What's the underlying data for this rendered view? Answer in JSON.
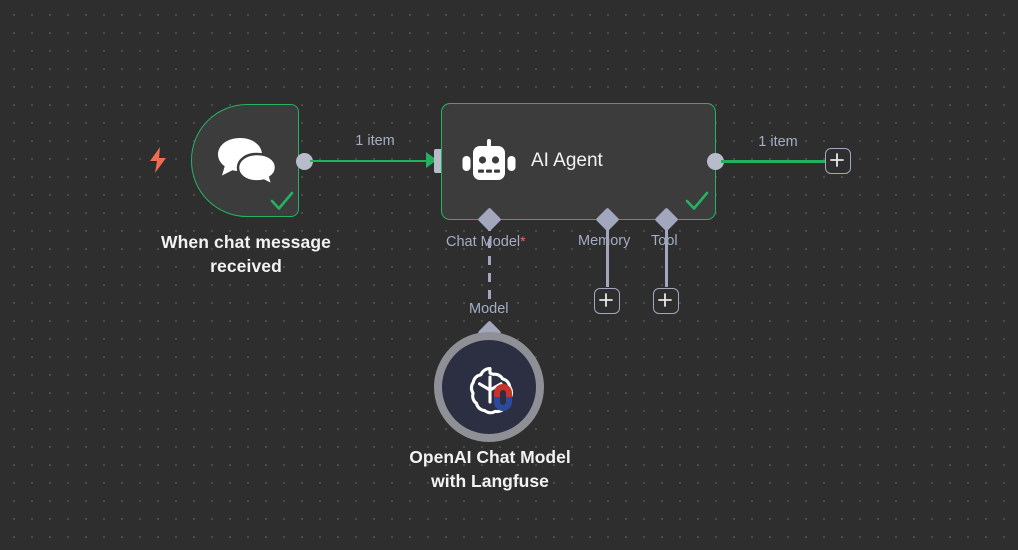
{
  "canvas": {
    "background_color": "#2d2e2d",
    "dot_color": "#4a4b4a"
  },
  "colors": {
    "node_fill": "#3b3c3b",
    "success_green": "#25b265",
    "connector_grey": "#a3a7bd",
    "label_blue_grey": "#a4adc4",
    "trigger_bolt": "#f16a52",
    "required_star": "#f16a52"
  },
  "nodes": {
    "trigger": {
      "label_line1": "When chat message",
      "label_line2": "received",
      "icon": "chat-bubbles-icon",
      "trigger_icon": "lightning-bolt-icon",
      "status_icon": "checkmark-icon"
    },
    "agent": {
      "title": "AI Agent",
      "icon": "robot-icon",
      "status_icon": "checkmark-icon",
      "ports": [
        {
          "name": "Chat Model",
          "required": true,
          "required_marker": "*"
        },
        {
          "name": "Memory",
          "required": false,
          "required_marker": ""
        },
        {
          "name": "Tool",
          "required": false,
          "required_marker": ""
        }
      ]
    },
    "openai": {
      "label_line1": "OpenAI Chat Model",
      "label_line2": "with Langfuse",
      "icon": "openai-langfuse-icon",
      "connection_label": "Model"
    }
  },
  "connections": {
    "trigger_to_agent_label": "1 item",
    "agent_output_label": "1 item"
  },
  "buttons": {
    "add_main": "+",
    "add_memory": "+",
    "add_tool": "+"
  }
}
